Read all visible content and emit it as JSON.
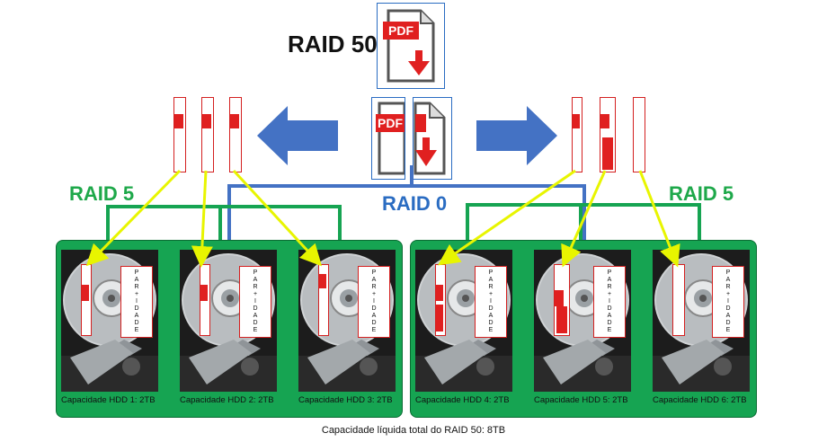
{
  "title": "RAID 50",
  "raid0_label": "RAID 0",
  "raid5_left_label": "RAID 5",
  "raid5_right_label": "RAID 5",
  "pdf_icon_text": "PDF",
  "parity_letters": [
    "P",
    "A",
    "R",
    "+",
    "I",
    "D",
    "A",
    "D",
    "E"
  ],
  "disks": [
    {
      "caption": "Capacidade HDD 1: 2TB"
    },
    {
      "caption": "Capacidade HDD 2: 2TB"
    },
    {
      "caption": "Capacidade HDD 3: 2TB"
    },
    {
      "caption": "Capacidade HDD 4: 2TB"
    },
    {
      "caption": "Capacidade HDD 5: 2TB"
    },
    {
      "caption": "Capacidade HDD 6: 2TB"
    }
  ],
  "footer": "Capacidade líquida total do RAID 50: 8TB",
  "colors": {
    "raid5": "#1ea84a",
    "raid0": "#2a6cc2",
    "arrow_yellow": "#e8f500",
    "pdf_red": "#e02020",
    "group_green": "#16a452"
  }
}
